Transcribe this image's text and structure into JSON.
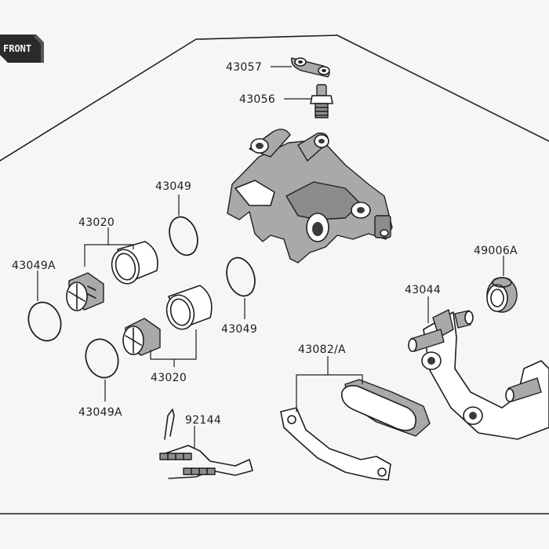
{
  "front_badge": "FRONT",
  "labels": {
    "brake_hose_fitting": "43057",
    "bleed_valve": "43056",
    "piston_seal_upper": "43049",
    "piston_seal_lower": "43049",
    "piston_set_upper": "43020",
    "piston_set_lower": "43020",
    "dust_seal_left": "43049A",
    "dust_seal_lower": "43049A",
    "caliper_holder": "43044",
    "boot": "49006A",
    "pad_set": "43082/A",
    "pad_spring": "92144"
  }
}
